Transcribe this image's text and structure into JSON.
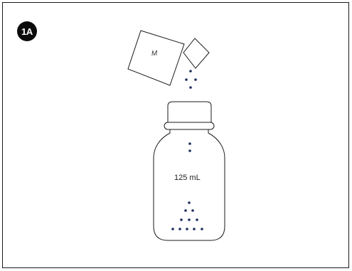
{
  "step": {
    "label": "1A"
  },
  "sachet": {
    "label": "M"
  },
  "bottle": {
    "volume_label": "125 mL"
  },
  "colors": {
    "outline": "#1a1a1a",
    "badge": "#0b0b0b",
    "powder": "#1f2f5e"
  }
}
